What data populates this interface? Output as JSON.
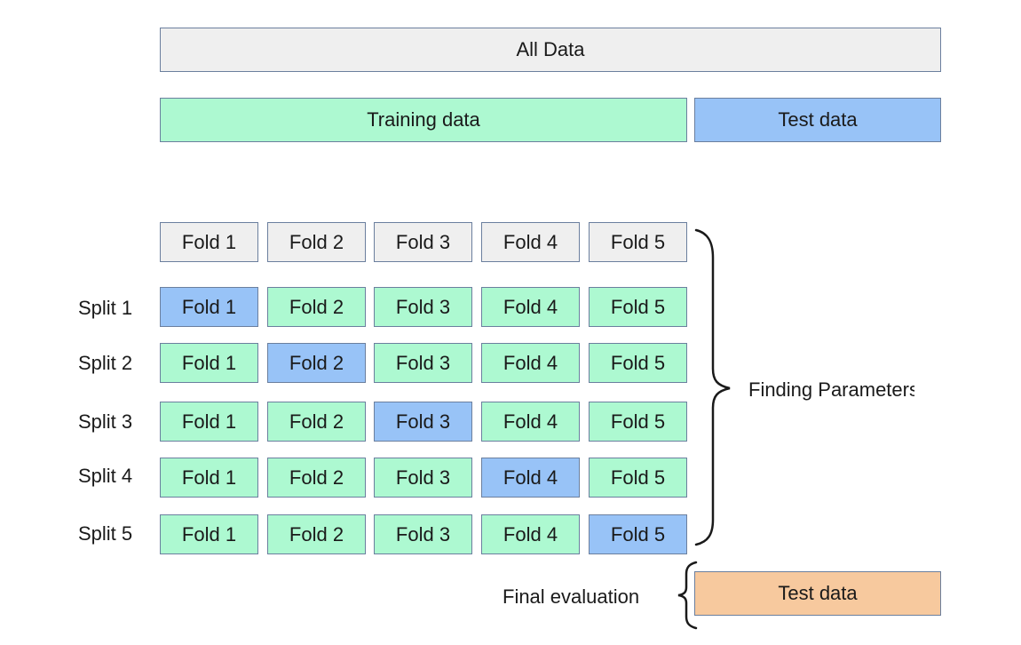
{
  "top": {
    "all_data": "All Data",
    "training_data": "Training data",
    "test_data": "Test data"
  },
  "fold_header": [
    "Fold 1",
    "Fold 2",
    "Fold 3",
    "Fold 4",
    "Fold 5"
  ],
  "splits": [
    {
      "label": "Split 1",
      "test_fold": 1,
      "folds": [
        "Fold 1",
        "Fold 2",
        "Fold 3",
        "Fold 4",
        "Fold 5"
      ]
    },
    {
      "label": "Split 2",
      "test_fold": 2,
      "folds": [
        "Fold 1",
        "Fold 2",
        "Fold 3",
        "Fold 4",
        "Fold 5"
      ]
    },
    {
      "label": "Split 3",
      "test_fold": 3,
      "folds": [
        "Fold 1",
        "Fold 2",
        "Fold 3",
        "Fold 4",
        "Fold 5"
      ]
    },
    {
      "label": "Split 4",
      "test_fold": 4,
      "folds": [
        "Fold 1",
        "Fold 2",
        "Fold 3",
        "Fold 4",
        "Fold 5"
      ]
    },
    {
      "label": "Split 5",
      "test_fold": 5,
      "folds": [
        "Fold 1",
        "Fold 2",
        "Fold 3",
        "Fold 4",
        "Fold 5"
      ]
    }
  ],
  "finding_parameters": "Finding Parameters",
  "final": {
    "label": "Final evaluation",
    "test_data": "Test data"
  },
  "colors": {
    "neutral": "#efefef",
    "training": "#adf9d1",
    "validation": "#98c3f7",
    "final_test": "#f7c99e",
    "border": "#6b7f9e"
  }
}
